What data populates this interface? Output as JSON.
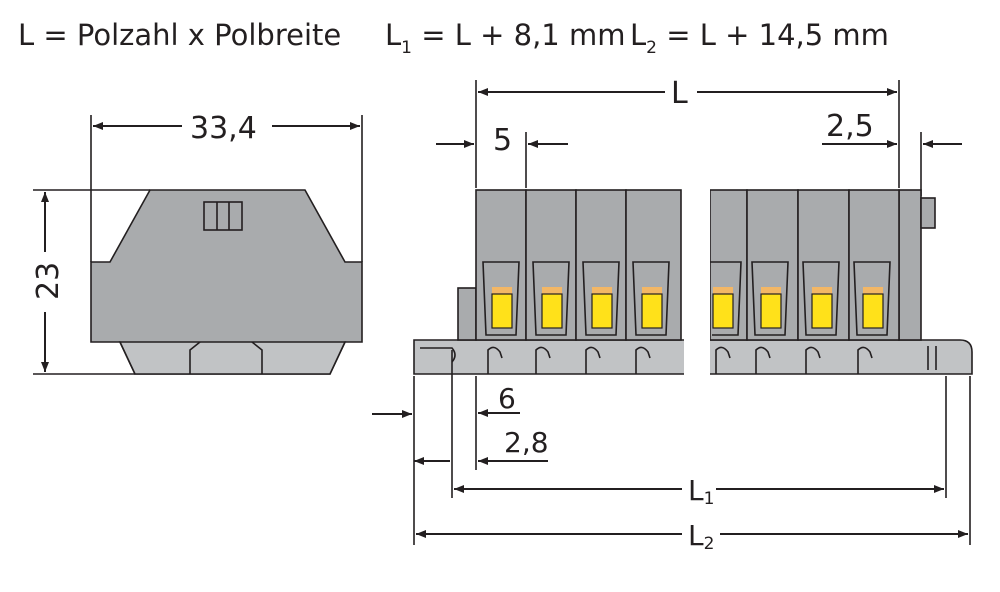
{
  "formula": {
    "l_def": "L = Polzahl x Polbreite",
    "l1_prefix": "L",
    "l1_sub": "1",
    "l1_expr": " = L + 8,1 mm",
    "l2_prefix": "L",
    "l2_sub": "2",
    "l2_expr": " = L + 14,5 mm"
  },
  "side_view": {
    "width_label": "33,4",
    "height_label": "23"
  },
  "front_view": {
    "length_label": "L",
    "pitch_label": "5",
    "end_offset_label": "2,5",
    "dim_6_label": "6",
    "dim_28_label": "2,8",
    "l1_label": "L",
    "l1_sub": "1",
    "l2_label": "L",
    "l2_sub": "2"
  },
  "colors": {
    "housing": "#a9abad",
    "housing_light": "#c1c3c5",
    "release_button": "#ffe11a",
    "release_button_tip": "#f3b766",
    "line": "#231f20"
  }
}
